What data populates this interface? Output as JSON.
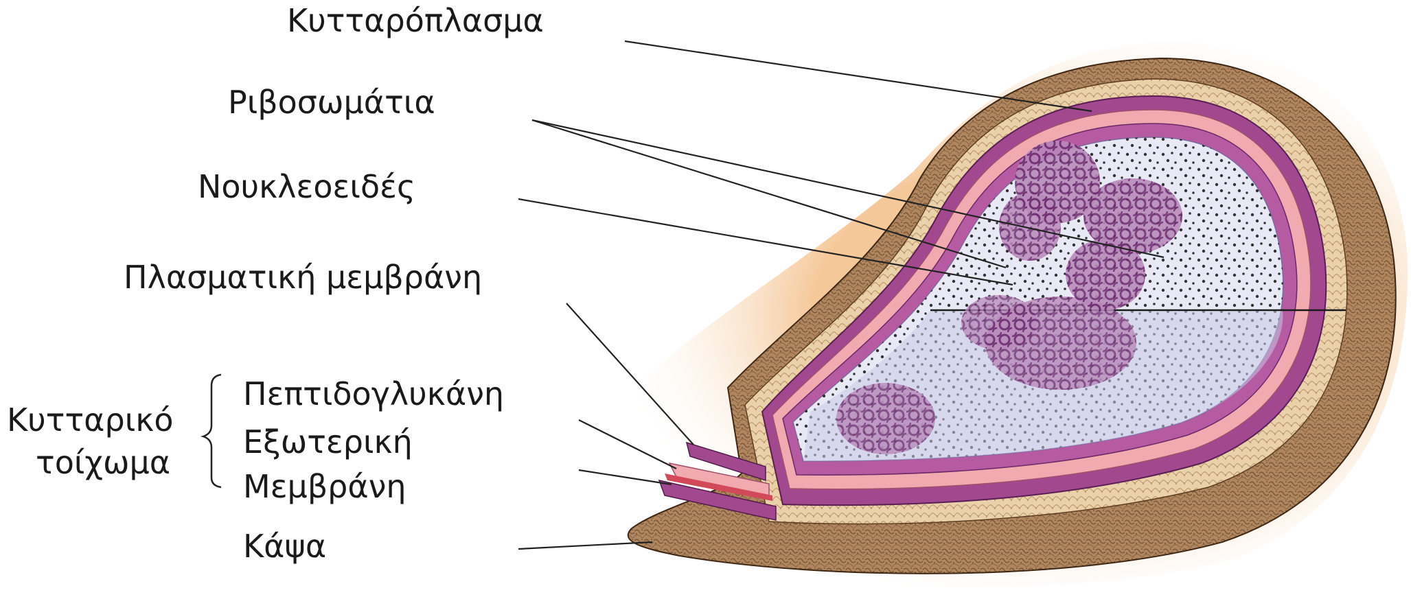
{
  "labels": {
    "cytoplasm": "Κυτταρόπλασμα",
    "ribosomes": "Ριβοσωμάτια",
    "nucleoid": "Νουκλεοειδές",
    "plasma_membrane": "Πλασματική μεμβράνη",
    "peptidoglycan": "Πεπτιδογλυκάνη",
    "outer_membrane_line1": "Εξωτερική",
    "outer_membrane_line2": "Μεμβράνη",
    "cell_wall_line1": "Κυτταρικό",
    "cell_wall_line2": "τοίχωμα",
    "capsule": "Κάψα"
  },
  "colors": {
    "capsule_fill": "#b08660",
    "capsule_light": "#ead1aa",
    "glow": "#f4c28e",
    "membrane_purple": "#a2488e",
    "membrane_pink": "#f0aab0",
    "cytoplasm_fill": "#e9e9f6",
    "nucleoid": "#8a4d8c",
    "leader_line": "#222222"
  }
}
